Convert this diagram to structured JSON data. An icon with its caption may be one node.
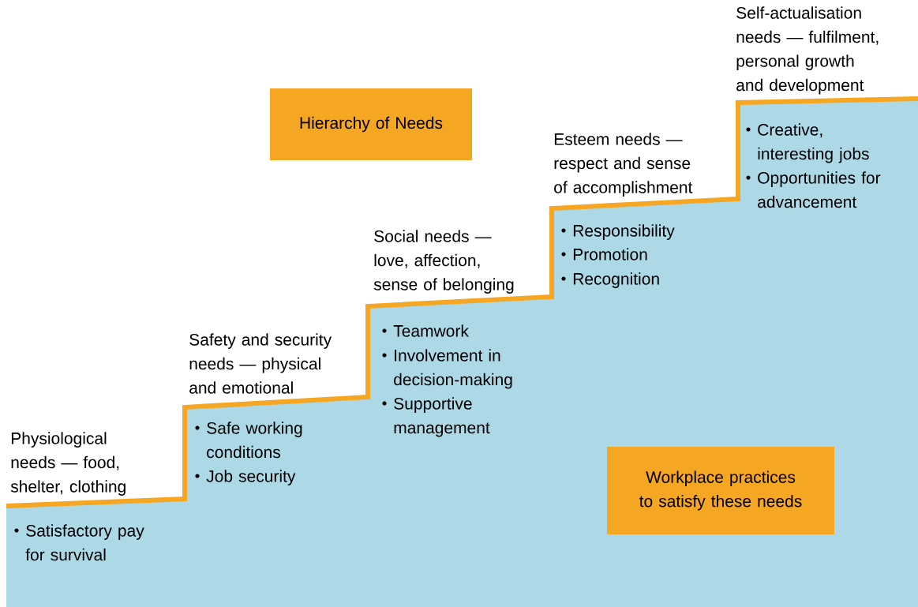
{
  "diagram": {
    "nodes": [
      {
        "text": [
          "Hierarchy of Needs"
        ]
      },
      {
        "text": [
          "Workplace practices to satisfy these needs"
        ]
      }
    ],
    "labels": [
      "Physiological needs — food, shelter, clothing",
      "Satisfactory pay for survival",
      "Safety and security needs — physical and emotional",
      "Safe working conditions",
      "Job security",
      "Social needs — love, affection, sense of belonging",
      "Teamwork",
      "Involvement in decision-making",
      "Supportive management",
      "Esteem needs — respect and sense of accomplishment",
      "Responsibility",
      "Promotion",
      "Recognition",
      "Self-actualisation needs — fulfilment, personal growth and development",
      "Creative, interesting jobs",
      "Opportunities for advancement"
    ]
  }
}
